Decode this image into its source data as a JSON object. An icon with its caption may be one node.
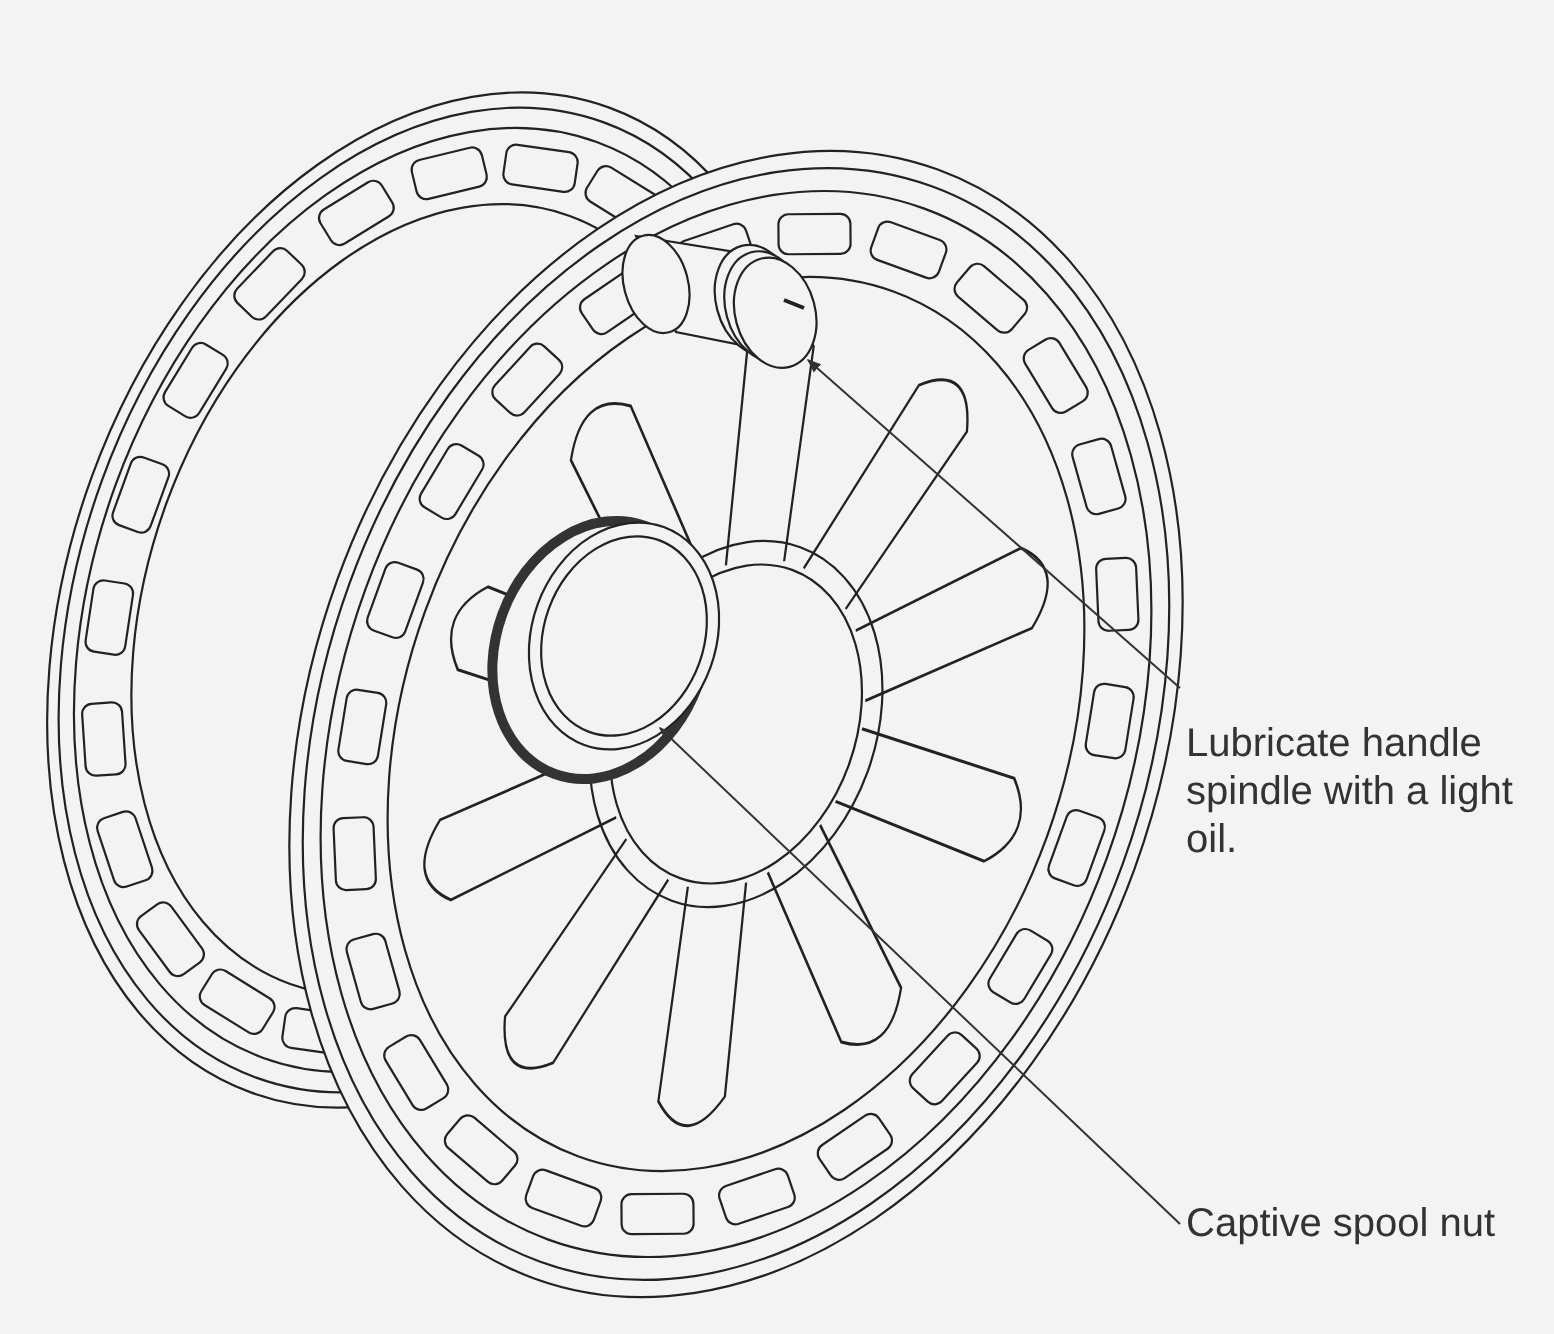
{
  "diagram": {
    "nodes": [
      {
        "text": [
          "Lubricate handle spindle with a light oil."
        ]
      },
      {
        "text": [
          "Captive spool nut"
        ]
      },
      {
        "text": [],
        "shape": "picture"
      },
      {
        "text": [],
        "shape": "picture"
      }
    ],
    "edges": [
      {
        "from": 0,
        "to": 2,
        "arrow": "to"
      },
      {
        "from": 1,
        "to": 3,
        "arrow": "to"
      }
    ]
  }
}
